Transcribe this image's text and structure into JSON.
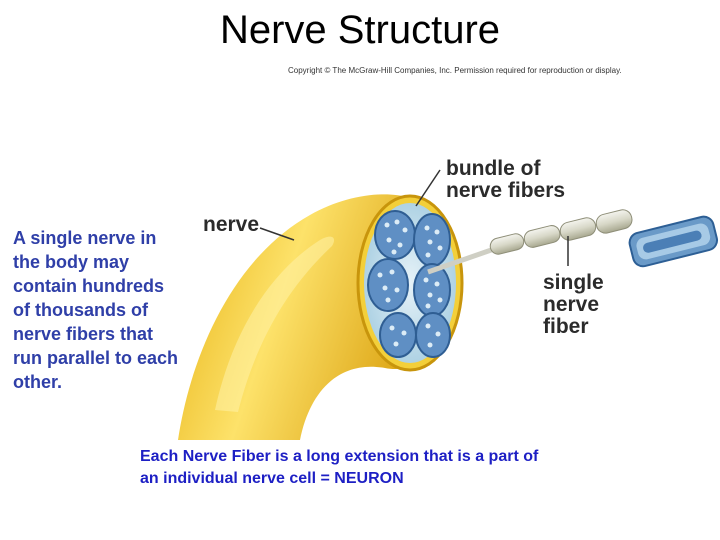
{
  "title": "Nerve Structure",
  "copyright": "Copyright © The McGraw-Hill Companies, Inc. Permission required for reproduction or display.",
  "description": "A single nerve in the body may contain hundreds of thousands of nerve fibers that run parallel to each other.",
  "caption": "Each Nerve Fiber is a long extension that is a part of an individual nerve cell = NEURON",
  "labels": {
    "nerve": "nerve",
    "bundle": "bundle of nerve fibers",
    "fiber": "single nerve fiber"
  },
  "colors": {
    "title_text": "#000000",
    "description_text": "#2f3fa8",
    "caption_text": "#1d1fc4",
    "nerve_yellow": "#f2c418",
    "bundle_blue": "#5f8fc4"
  }
}
